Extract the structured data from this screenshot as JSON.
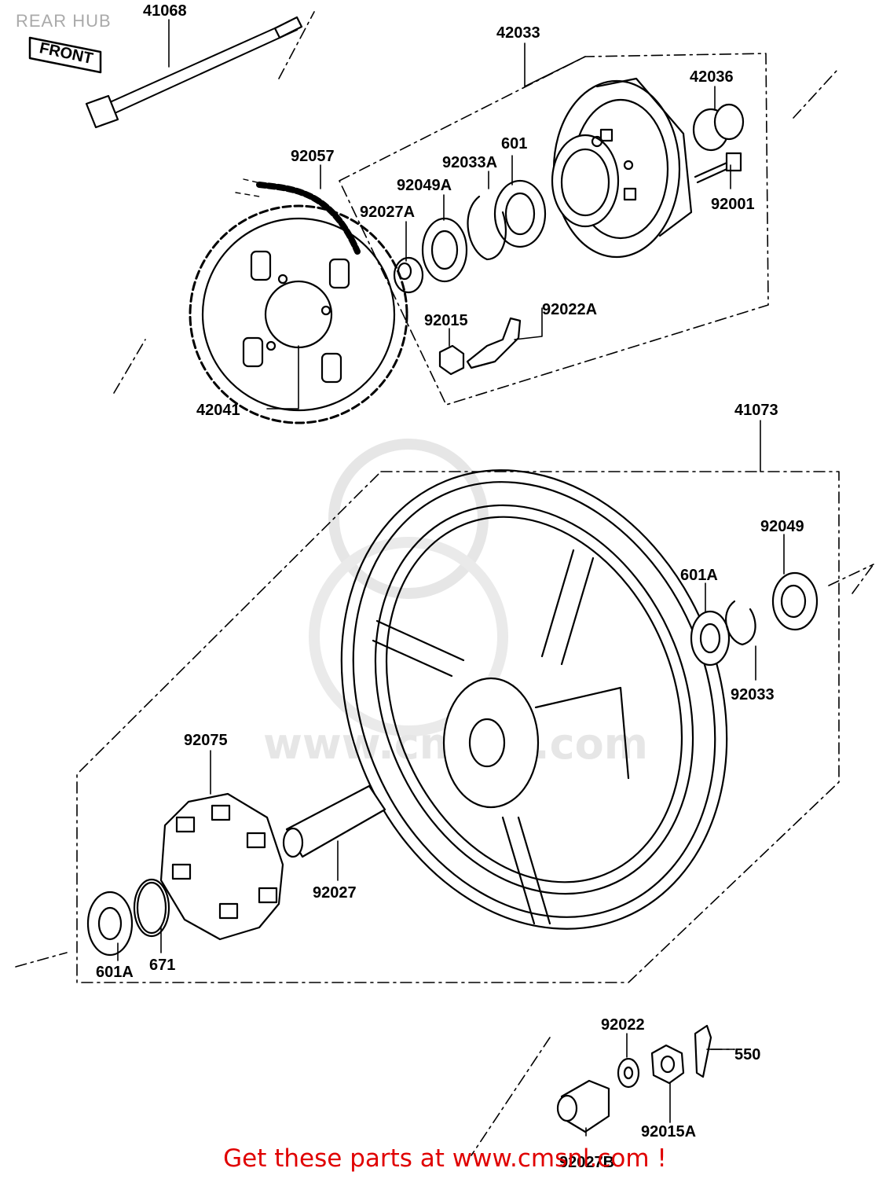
{
  "page": {
    "title": "REAR HUB",
    "footer": "Get these parts at www.cmsnl.com !",
    "watermark": "www.cmsnl.com",
    "orientation_tag": "FRONT"
  },
  "parts": [
    {
      "id": "axle",
      "label": "41068"
    },
    {
      "id": "hub-coupling",
      "label": "42033"
    },
    {
      "id": "collar-right",
      "label": "42036"
    },
    {
      "id": "stud",
      "label": "92001"
    },
    {
      "id": "chain",
      "label": "92057"
    },
    {
      "id": "circlip-a",
      "label": "92033A"
    },
    {
      "id": "bearing-601",
      "label": "601"
    },
    {
      "id": "oil-seal-a",
      "label": "92049A"
    },
    {
      "id": "spacer-a",
      "label": "92027A"
    },
    {
      "id": "nut-92015",
      "label": "92015"
    },
    {
      "id": "lock-washer-a",
      "label": "92022A"
    },
    {
      "id": "sprocket",
      "label": "42041"
    },
    {
      "id": "wheel",
      "label": "41073"
    },
    {
      "id": "oil-seal",
      "label": "92049"
    },
    {
      "id": "bearing-601a-right",
      "label": "601A"
    },
    {
      "id": "circlip",
      "label": "92033"
    },
    {
      "id": "damper",
      "label": "92075"
    },
    {
      "id": "spacer",
      "label": "92027"
    },
    {
      "id": "bearing-601a-left",
      "label": "601A"
    },
    {
      "id": "o-ring",
      "label": "671"
    },
    {
      "id": "washer",
      "label": "92022"
    },
    {
      "id": "cotter-pin",
      "label": "550"
    },
    {
      "id": "collar-b",
      "label": "92027B"
    },
    {
      "id": "nut-a",
      "label": "92015A"
    }
  ]
}
